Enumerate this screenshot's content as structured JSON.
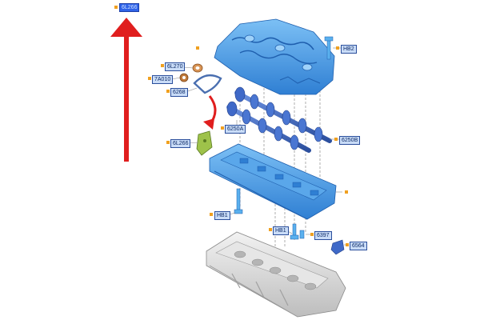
{
  "callouts": {
    "top_ref": "6L266",
    "p6l270": "6L270",
    "p7a010": "7A010",
    "p6268": "6268",
    "p6l266": "6L266",
    "p6250a": "6250A",
    "p6250b": "6250B",
    "hb2": "HB2",
    "hb1_left": "HB1",
    "hb1_right": "HB1",
    "p6397": "6397",
    "p6564": "6564"
  },
  "colors": {
    "part_blue": "#3f8fe0",
    "part_blue_dark": "#1f5fae",
    "camshaft": "#3f69c8",
    "arrow_red": "#e01e1e",
    "bracket_green": "#8fb040",
    "seal_copper": "#c07a3a",
    "head_gray": "#d8d8d8",
    "leader": "#8a8a8a",
    "marker": "#f0a020",
    "highlight": "#2f63e8"
  },
  "icons": {
    "top_arrow": "red-up-arrow-icon",
    "rotate_arrow": "red-curved-arrow-icon"
  }
}
